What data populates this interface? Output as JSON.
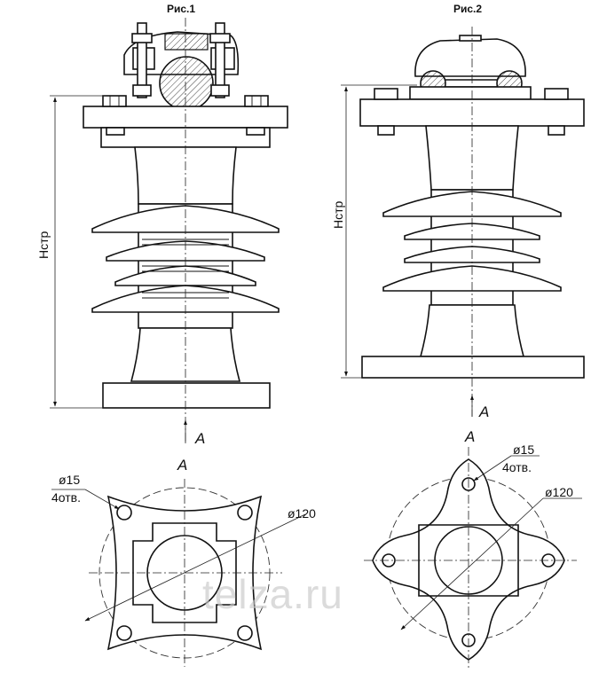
{
  "figures": {
    "fig1_title": "Рис.1",
    "fig2_title": "Рис.2"
  },
  "labels": {
    "height_label": "Hстр",
    "view_letter": "A",
    "hole_diameter": "ø15",
    "hole_count": "4отв.",
    "pcd_diameter": "ø120"
  },
  "watermark": "telza.ru"
}
